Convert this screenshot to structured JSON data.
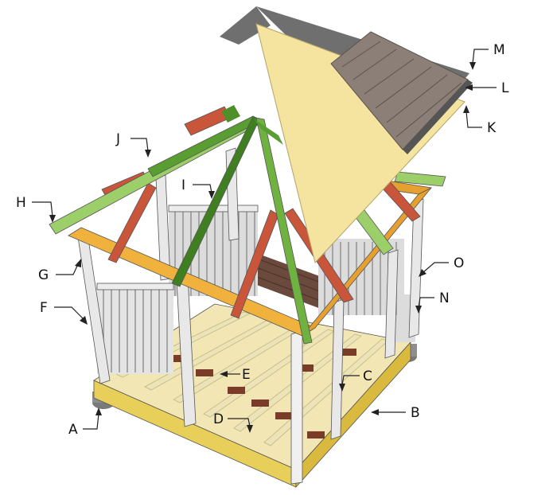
{
  "labels": {
    "a": "A",
    "b": "B",
    "c": "C",
    "d": "D",
    "e": "E",
    "f": "F",
    "g": "G",
    "h": "H",
    "i": "I",
    "j": "J",
    "k": "K",
    "l": "L",
    "m": "M",
    "n": "N",
    "o": "O"
  },
  "colors": {
    "base": "#e8cf5a",
    "joist": "#ece4b8",
    "blocking": "#7a3b28",
    "post": "#e8e8e8",
    "top_plate": "#f0b23c",
    "hip_rafter": "#4f8f2a",
    "common_rafter": "#c9553a",
    "sheathing": "#f5e3a0",
    "shingles": "#8c7f78",
    "deck_boards": "#6b4a3e",
    "railing": "#dcdcdc",
    "eave_board": "#9ccf6a"
  }
}
